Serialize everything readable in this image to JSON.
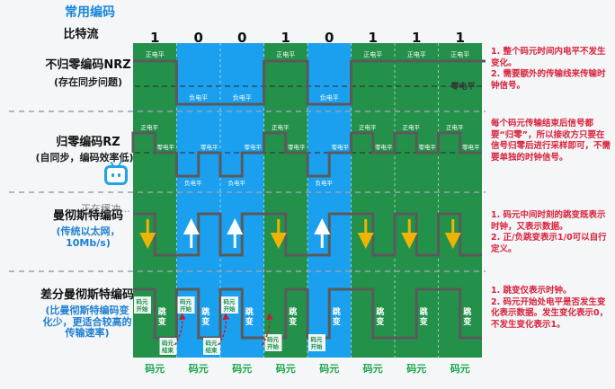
{
  "title": "常用编码",
  "bit_stream_label": "比特流",
  "bits": [
    "1",
    "0",
    "0",
    "1",
    "0",
    "1",
    "1",
    "1"
  ],
  "colors": {
    "green": "#23914a",
    "blue": "#1aa0ef",
    "signal": "#5a5a5a",
    "note_red": "#d8233c",
    "title_blue": "#1a87d8",
    "arrow_yellow": "#f0b400"
  },
  "rows": [
    {
      "title": "不归零编码NRZ",
      "subtitle": "(存在同步问题)"
    },
    {
      "title": "归零编码RZ",
      "subtitle": "(自同步，编码效率低)"
    },
    {
      "title": "曼彻斯特编码",
      "subtitle": "(传统以太网，\n10Mb/s)"
    },
    {
      "title": "差分曼彻斯特编码",
      "subtitle": "(比曼彻斯特编码变\n化少，更适合较高的\n传输速率)"
    }
  ],
  "level_labels": {
    "positive": "正电平",
    "negative": "负电平",
    "zero": "零电平"
  },
  "notes": [
    "1. 整个码元时间内电平不发生变化。\n2. 需要额外的传输线来传输时钟信号。",
    "每个码元传输结束后信号都要“归零”，所以接收方只要在信号归零后进行采样即可，不需要单独的时钟信号。",
    "1. 码元中间时刻的跳变既表示时钟，又表示数据。\n2. 正/负跳变表示1/0可以自行定义。",
    "1. 跳变仅表示时钟。\n2. 码元开始处电平是否发生变化表示数据。发生变化表示0，不发生变化表示1。"
  ],
  "diff_labels": {
    "jump": "跳\n变",
    "code_start": "码元\n开始",
    "code_end": "码元\n结束"
  },
  "symbol_label": "码元",
  "overlay_text": "正在缓冲..."
}
